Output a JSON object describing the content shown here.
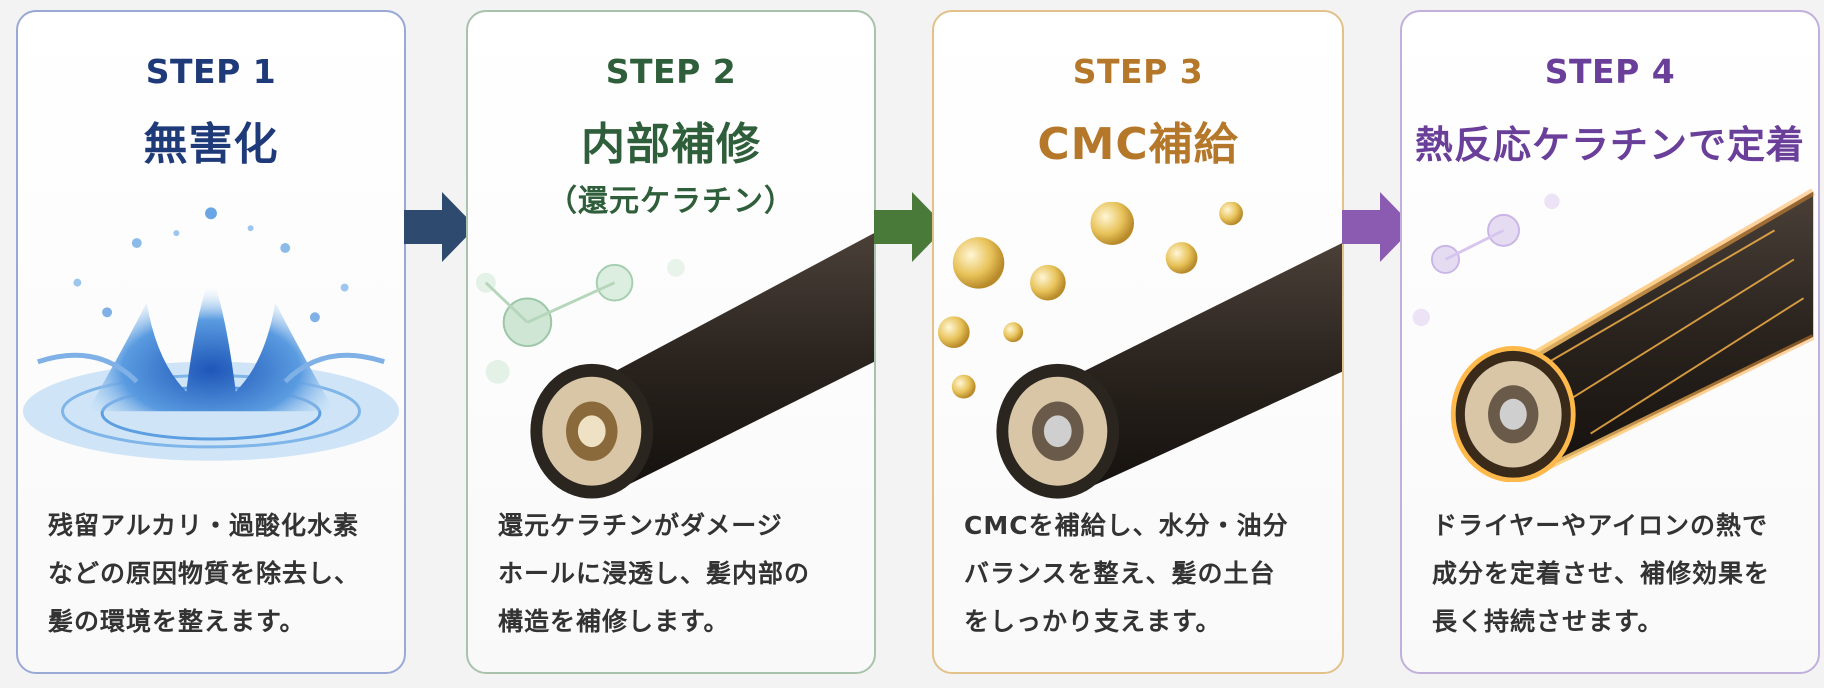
{
  "steps": [
    {
      "label": "STEP 1",
      "title": "無害化",
      "subtitle": "",
      "accent": "#1f3a78",
      "illustration": "water-splash-icon",
      "desc_lines": [
        "残留アルカリ・過酸化水素",
        "などの原因物質を除去し、",
        "髪の環境を整えます。"
      ]
    },
    {
      "label": "STEP 2",
      "title": "内部補修",
      "subtitle": "（還元ケラチン）",
      "accent": "#2f5e3a",
      "illustration": "hair-strand-molecules-icon",
      "desc_lines": [
        "還元ケラチンがダメージ",
        "ホールに浸透し、髪内部の",
        "構造を補修します。"
      ]
    },
    {
      "label": "STEP 3",
      "title": "CMC補給",
      "subtitle": "",
      "accent": "#b5782a",
      "illustration": "hair-strand-oil-drops-icon",
      "desc_lines": [
        "CMCを補給し、水分・油分",
        "バランスを整え、髪の土台",
        "をしっかり支えます。"
      ]
    },
    {
      "label": "STEP 4",
      "title": "熱反応ケラチンで定着",
      "subtitle": "",
      "accent": "#6a3f9a",
      "illustration": "hair-strand-glowing-icon",
      "desc_lines": [
        "ドライヤーやアイロンの熱で",
        "成分を定着させ、補修効果を",
        "長く持続させます。"
      ]
    }
  ],
  "arrows": [
    {
      "icon": "arrow-right-icon",
      "color": "#2e4a6e"
    },
    {
      "icon": "arrow-right-icon",
      "color": "#4a7a3a"
    },
    {
      "icon": "arrow-right-icon",
      "color": "#8a5bb0"
    }
  ]
}
